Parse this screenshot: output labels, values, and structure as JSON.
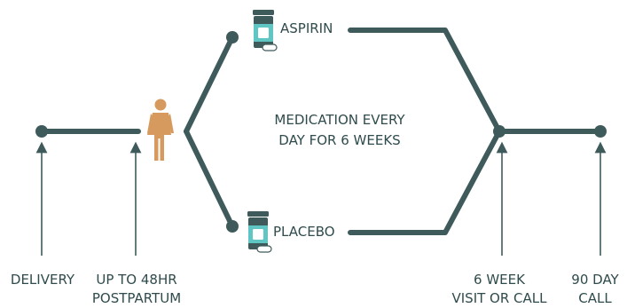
{
  "colors": {
    "line": "#3f5a5b",
    "text": "#2f4b4c",
    "person": "#d69a5f",
    "bottle": "#3f5a5b",
    "label_band": "#5fc6c3"
  },
  "labels": {
    "aspirin": "ASPIRIN",
    "placebo": "PLACEBO",
    "center_line1": "MEDICATION EVERY",
    "center_line2": "DAY FOR 6 WEEKS",
    "delivery": "DELIVERY",
    "postpartum_line1": "UP TO 48HR",
    "postpartum_line2": "POSTPARTUM",
    "week6_line1": "6 WEEK",
    "week6_line2": "VISIT OR CALL",
    "day90_line1": "90 DAY",
    "day90_line2": "CALL"
  },
  "icons": {
    "person": "woman-icon",
    "aspirin_bottle": "pill-bottle-icon",
    "placebo_bottle": "pill-bottle-icon"
  }
}
